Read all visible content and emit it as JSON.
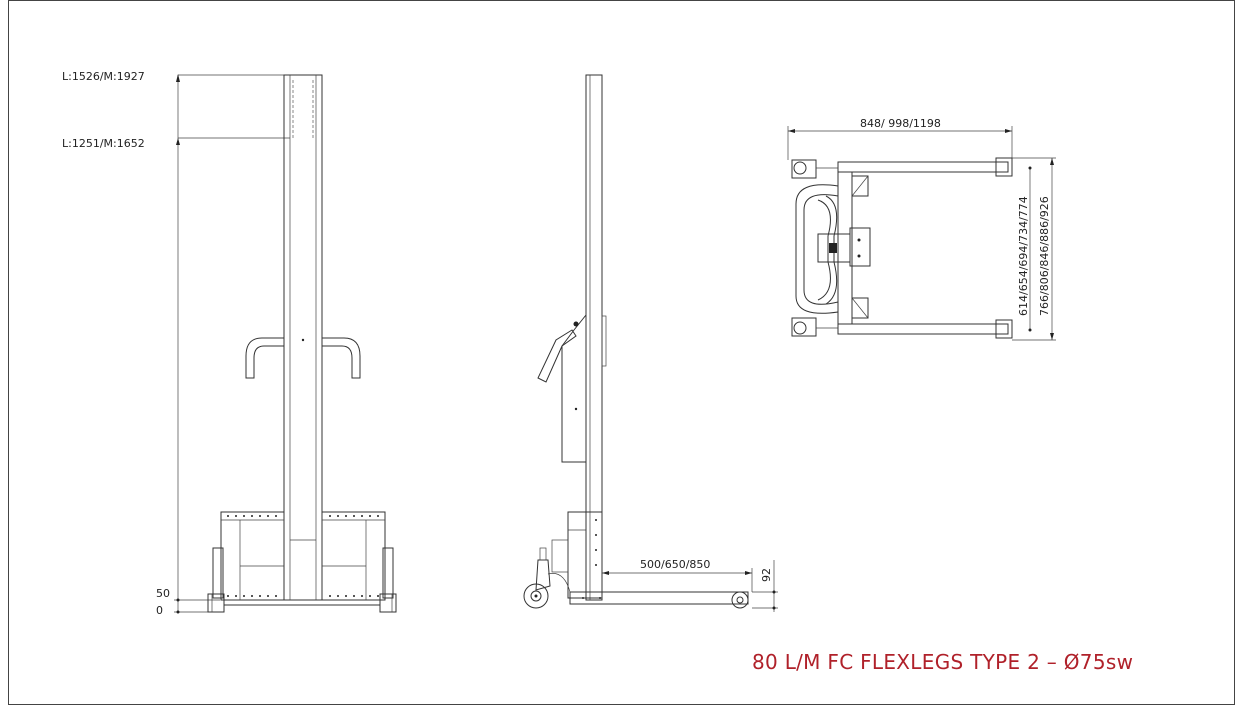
{
  "title": "80 L/M FC FLEXLEGS TYPE 2 – Ø75sw",
  "colors": {
    "title": "#b0212a",
    "line": "#333333",
    "frame": "#444444"
  },
  "front_view": {
    "dim_top": "L:1526/M:1927",
    "dim_mid": "L:1251/M:1652",
    "dim_50": "50",
    "dim_0": "0"
  },
  "side_view": {
    "dim_length": "500/650/850",
    "dim_height": "92"
  },
  "top_view": {
    "dim_width": "848/ 998/1198",
    "dim_inner": "614/654/694/734/774",
    "dim_outer": "766/806/846/886/926"
  }
}
